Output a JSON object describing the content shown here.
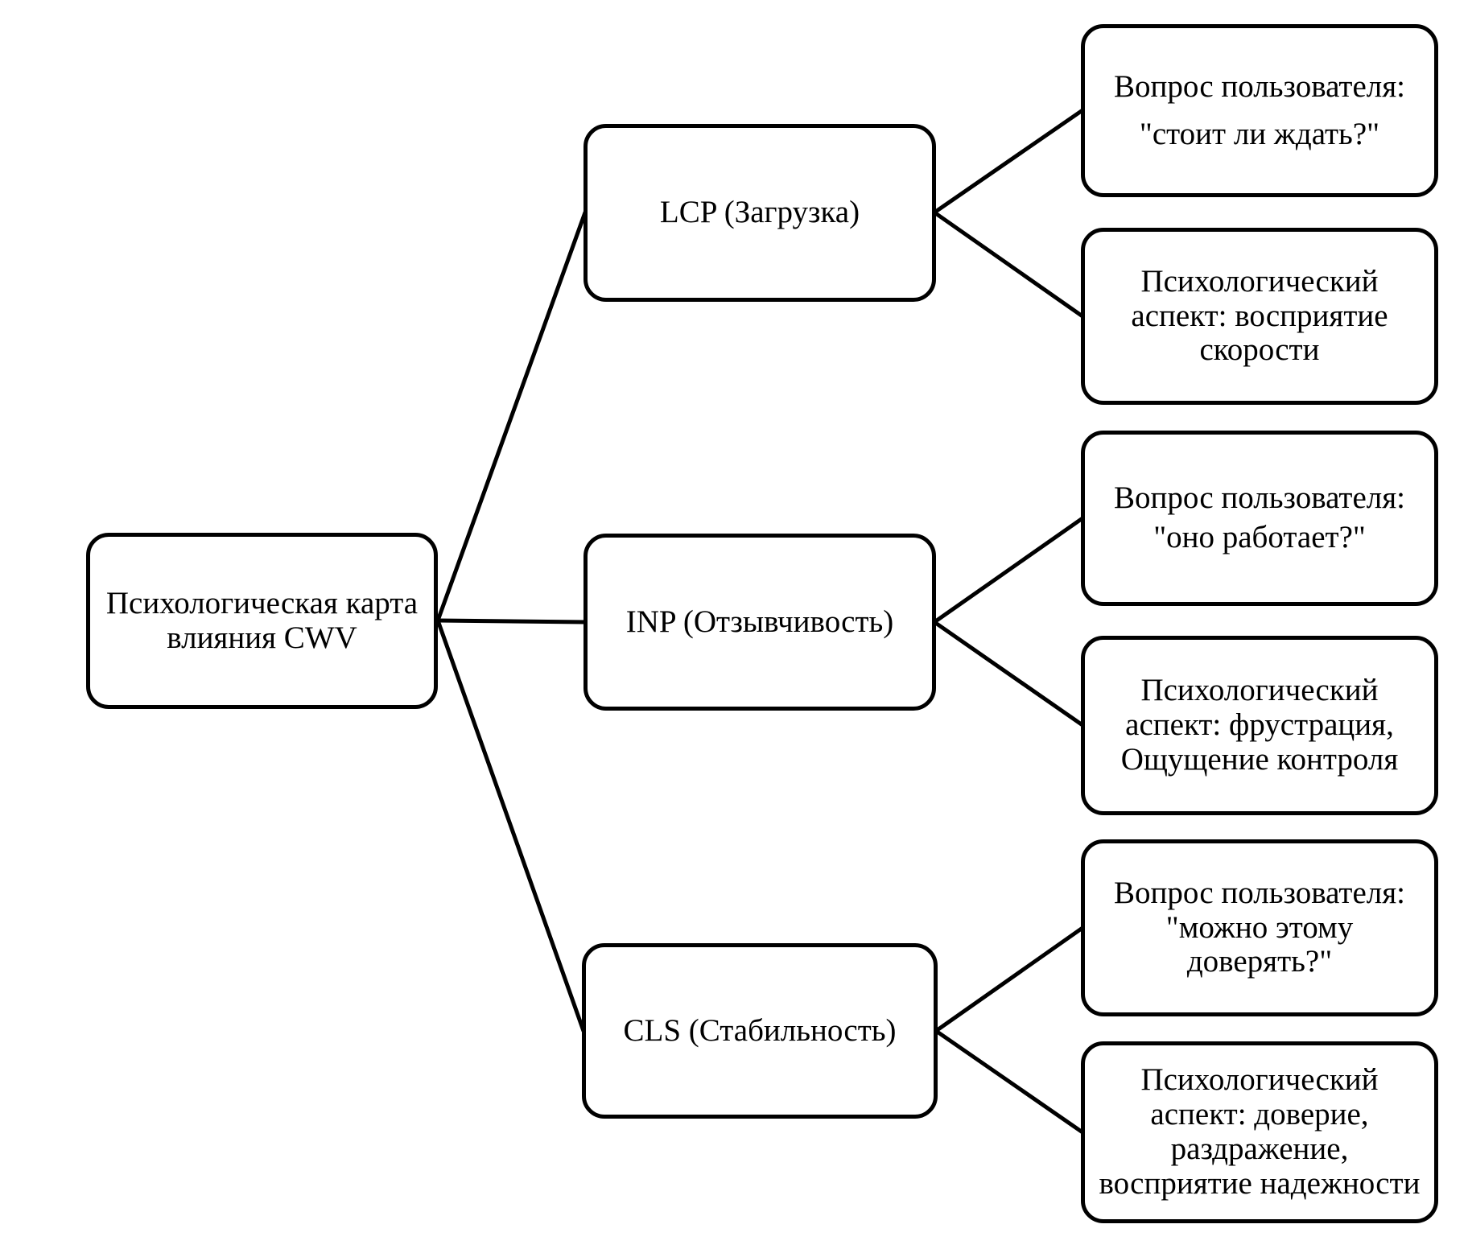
{
  "root": {
    "label": "Психологическая карта влияния CWV"
  },
  "branches": [
    {
      "label": "LCP (Загрузка)",
      "question": "Вопрос пользователя: \"стоит ли ждать?\"",
      "aspect": "Психологический аспект: восприятие скорости"
    },
    {
      "label": "INP (Отзывчивость)",
      "question": "Вопрос пользователя: \"оно работает?\"",
      "aspect": "Психологический аспект: фрустрация, Ощущение контроля"
    },
    {
      "label": "CLS (Стабильность)",
      "question": "Вопрос пользователя: \"можно этому доверять?\"",
      "aspect": "Психологический аспект: доверие, раздражение, восприятие надежности"
    }
  ],
  "style": {
    "background": "#ffffff",
    "node_border_color": "#000000",
    "connector_color": "#000000",
    "text_color": "#000000"
  }
}
